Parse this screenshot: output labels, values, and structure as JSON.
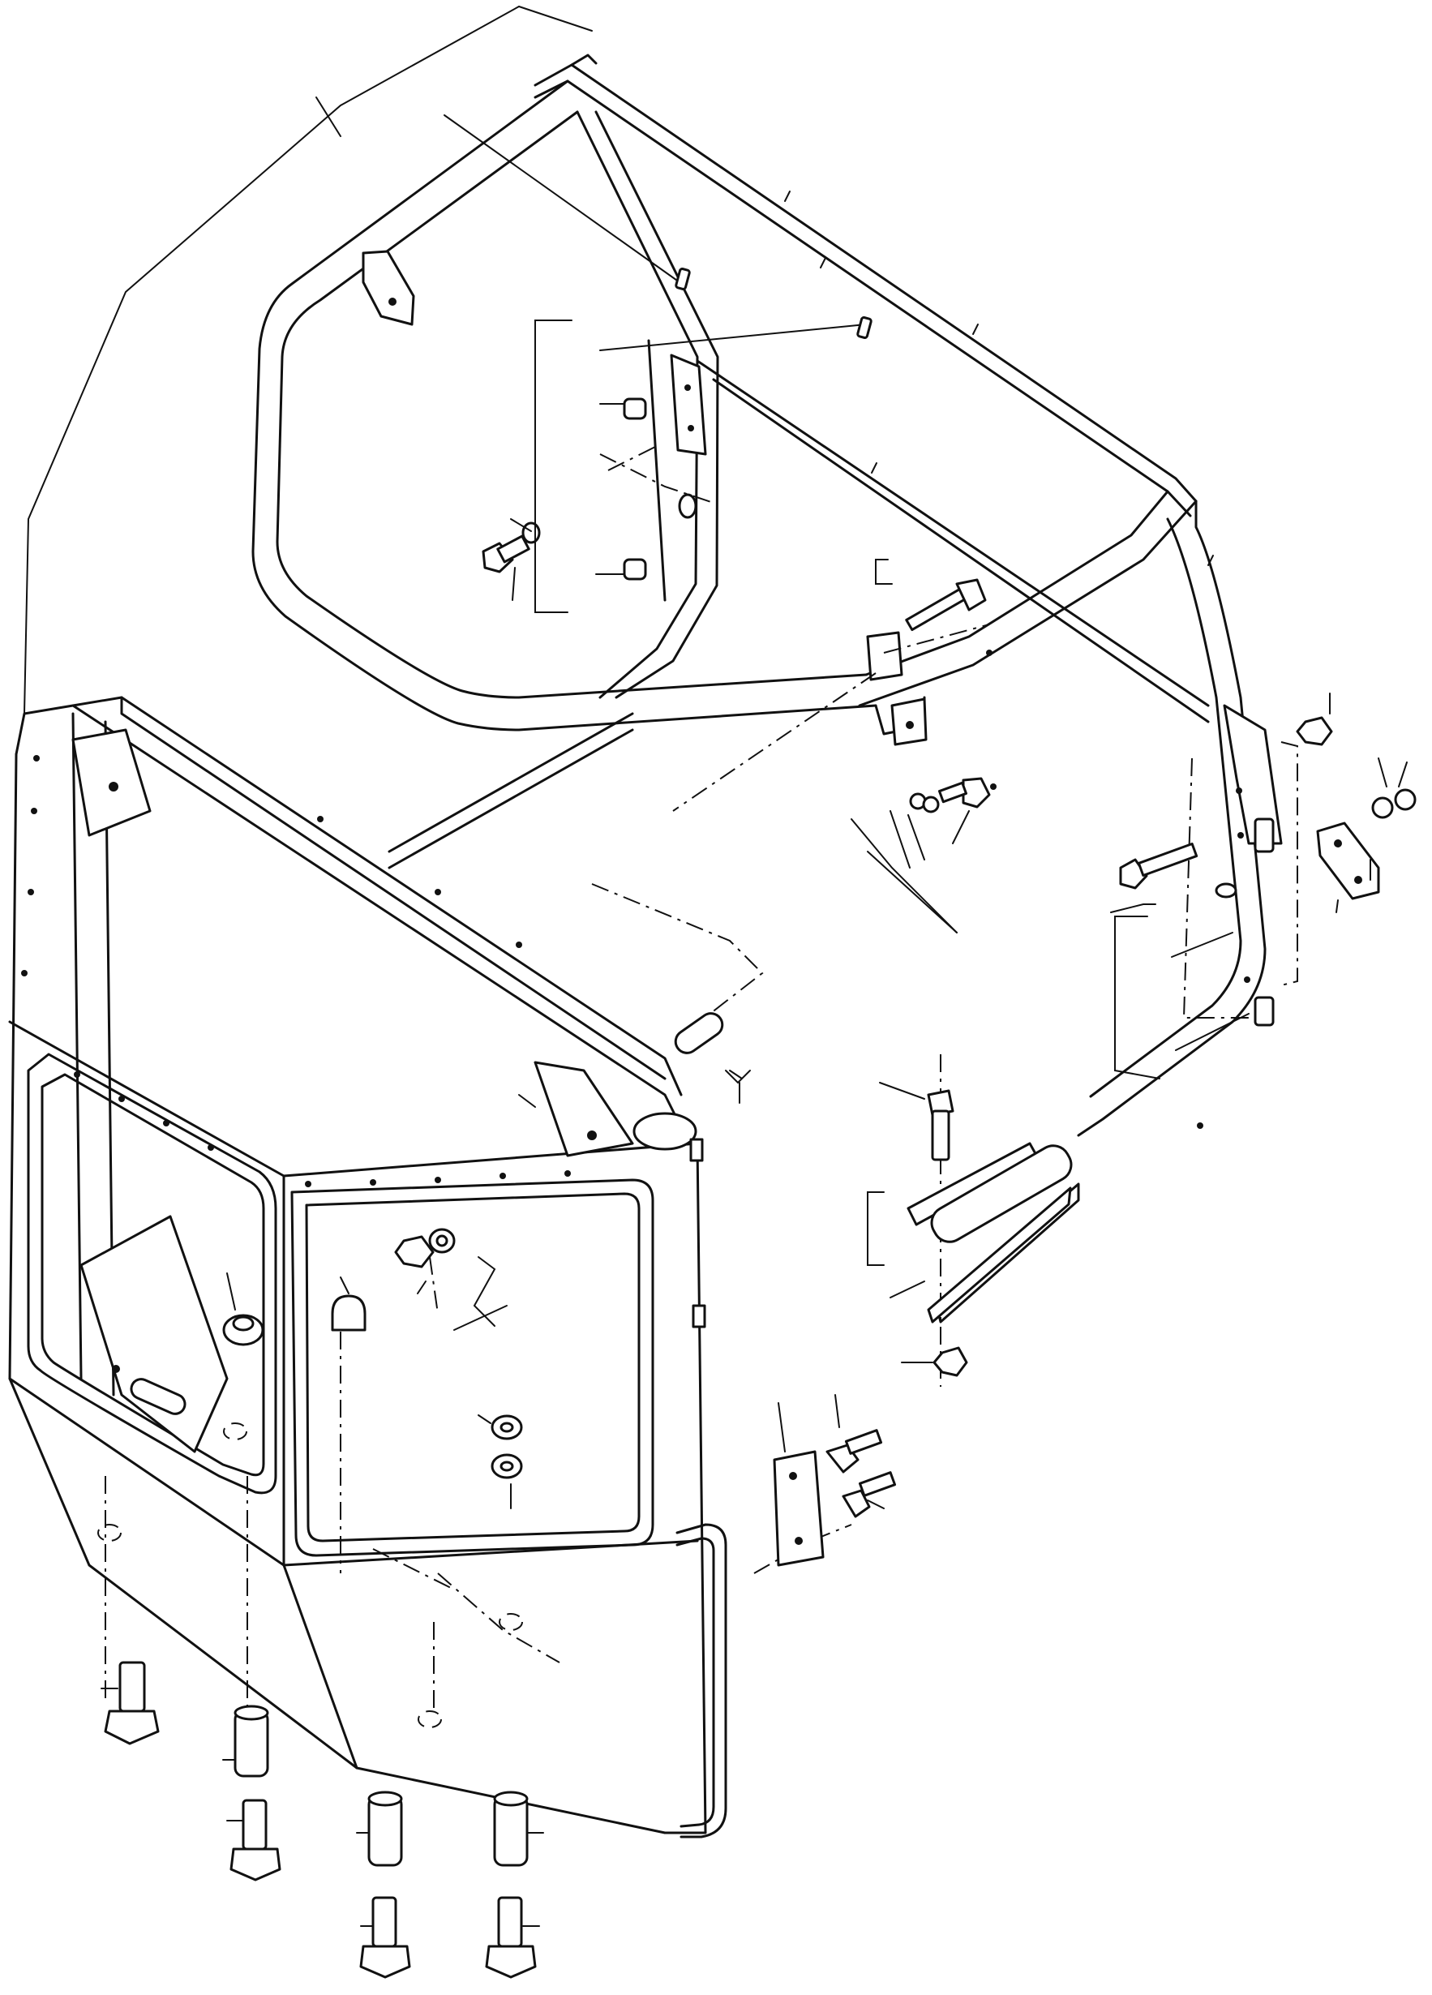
{
  "diagram": {
    "labels": [],
    "colors": {
      "line": "#111111",
      "background": "#ffffff"
    },
    "parts": [
      "cab-frame",
      "cab-front-panel",
      "door-window",
      "front-window",
      "rear-mount-bracket",
      "hinge-plate",
      "grab-handle",
      "seal-strip",
      "bolt",
      "nut",
      "washer",
      "sleeve",
      "hinge-pin"
    ]
  }
}
